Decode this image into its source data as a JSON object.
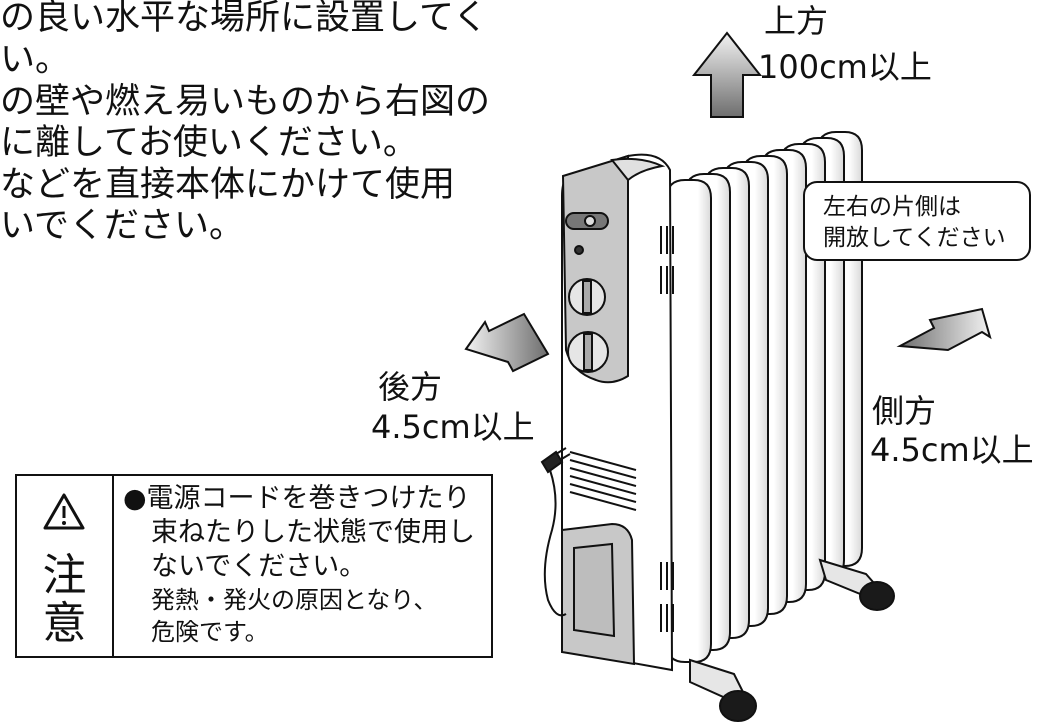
{
  "intro_text": [
    "の良い水平な場所に設置してく",
    "い。",
    "の壁や燃え易いものから右図の",
    "に離してお使いください。",
    "などを直接本体にかけて使用",
    "いでください。"
  ],
  "clearances": {
    "top": {
      "direction": "上方",
      "distance": "100cm以上"
    },
    "back": {
      "direction": "後方",
      "distance": "4.5cm以上"
    },
    "side": {
      "direction": "側方",
      "distance": "4.5cm以上"
    }
  },
  "callout": {
    "lines": [
      "左右の片側は",
      "開放してください"
    ]
  },
  "caution": {
    "icon": "warning-triangle-icon",
    "word": [
      "注",
      "意"
    ],
    "bullet_line1": "●電源コードを巻きつけたり",
    "bullet_line2": "束ねたりした状態で使用し",
    "bullet_line3": "ないでください。",
    "note_line1": "発熱・発火の原因となり、",
    "note_line2": "危険です。"
  },
  "colors": {
    "line": "#111111",
    "heater_body": "#ffffff",
    "panel": "#c8c8c8",
    "arrow_dark": "#6e6e6e",
    "arrow_light": "#f2f2f2"
  }
}
